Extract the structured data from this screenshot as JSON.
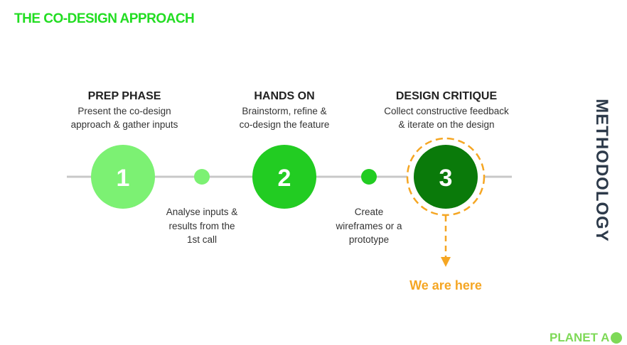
{
  "header": {
    "title": "THE CO-DESIGN APPROACH"
  },
  "side_label": "METHODOLOGY",
  "phases": [
    {
      "number": "1",
      "title": "PREP PHASE",
      "desc_line1": "Present the co-design",
      "desc_line2": "approach & gather inputs",
      "color": "#7cf173"
    },
    {
      "number": "2",
      "title": "HANDS ON",
      "desc_line1": "Brainstorm, refine &",
      "desc_line2": "co-design the feature",
      "color": "#22cc22"
    },
    {
      "number": "3",
      "title": "DESIGN CRITIQUE",
      "desc_line1": "Collect constructive feedback",
      "desc_line2": "& iterate on the design",
      "color": "#0a7a0a"
    }
  ],
  "steps": [
    {
      "line1": "Analyse inputs &",
      "line2": "results from the",
      "line3": "1st call",
      "color": "#7cf173"
    },
    {
      "line1": "Create",
      "line2": "wireframes or a",
      "line3": "prototype",
      "color": "#22cc22"
    }
  ],
  "current_marker": {
    "label": "We are here",
    "color": "#f5a623"
  },
  "timeline_color": "#c8c8c8",
  "logo": {
    "text": "PLANET A"
  }
}
